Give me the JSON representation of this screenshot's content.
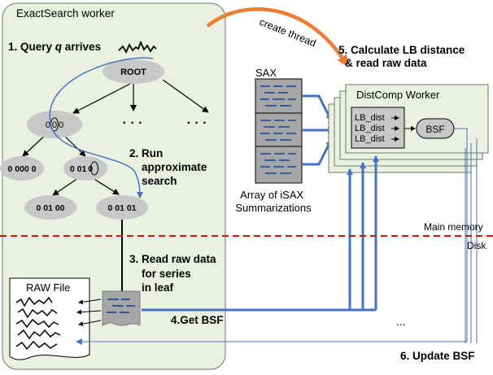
{
  "worker": {
    "title": "ExactSearch worker"
  },
  "steps": {
    "s1a": "1. Query ",
    "s1q": "q",
    "s1b": " arrives",
    "s2_line1": "2. Run",
    "s2_line2": "approximate",
    "s2_line3": "search",
    "s3_line1": "3. Read raw data",
    "s3_line2": "for series",
    "s3_line3": "in leaf",
    "s4": "4.Get BSF",
    "s5_line1": "5. Calculate LB distance",
    "s5_line2": "& read raw data",
    "s6": "6. Update BSF"
  },
  "tree": {
    "root": "ROOT",
    "ellipsis1": "· · ·",
    "ellipsis2": "· · ·",
    "n_000_pre": "0",
    "n_000_mid": "0",
    "n_000_post": "0",
    "n_0000": "0 000 0",
    "n_010_pre": "0 01",
    "n_010_circ": "0",
    "n_01000": "0 01 00",
    "n_01001": "0 01 01"
  },
  "create_thread": "create thread",
  "sax": {
    "label": "SAX",
    "caption_line1": "Array of iSAX",
    "caption_line2": "Summarizations"
  },
  "distcomp": {
    "title": "DistComp Worker",
    "lb1": "LB_dist",
    "lb2": "LB_dist",
    "lb3": "LB_dist",
    "bsf": "BSF"
  },
  "memory": {
    "main": "Main memory",
    "disk": "Disk"
  },
  "raw_file": {
    "label": "RAW File"
  },
  "ellipsis_bottom": "...",
  "colors": {
    "worker_fill": "#eaf1e1",
    "node_fill": "#c8c8c8",
    "arrow_blue": "#4472c4",
    "dashed_red": "#ff0000",
    "orange": "#ed7d31",
    "sax_fill": "#a6a6a6"
  }
}
